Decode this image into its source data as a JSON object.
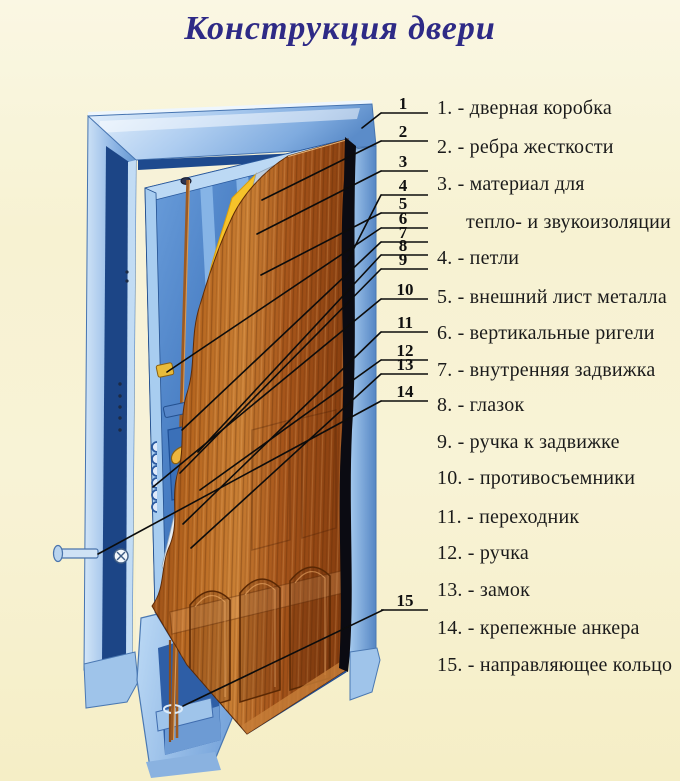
{
  "title": "Конструкция двери",
  "colors": {
    "title_text": "#2e2a86",
    "background": "#f8f3d6",
    "frame_blue": "#7aa6da",
    "frame_navy": "#1d4586",
    "door_blue": "#3567b2",
    "insulation_yellow": "#f6c32a",
    "metal_sheet_gray": "#c6d4e2",
    "wood_brown": "#a8571c",
    "hinge_strip_black": "#0b0b12",
    "legend_text": "#1b1b1b"
  },
  "diagram": {
    "labels": [
      "1",
      "2",
      "3",
      "4",
      "5",
      "6",
      "7",
      "8",
      "9",
      "10",
      "11",
      "12",
      "13",
      "14",
      "15"
    ]
  },
  "legend": {
    "lines": [
      "1. - дверная коробка",
      "2. - ребра жесткости",
      "3. - материал для",
      "тепло- и звукоизоляции",
      "4. - петли",
      "5. - внешний лист металла",
      "6. - вертикальные ригели",
      "7. - внутренняя задвижка",
      "8. - глазок",
      "9. - ручка к задвижке",
      "10. - противосъемники",
      "11. - переходник",
      "12. - ручка",
      "13. - замок",
      "14. - крепежные анкера",
      "15. - направляющее кольцо"
    ]
  }
}
